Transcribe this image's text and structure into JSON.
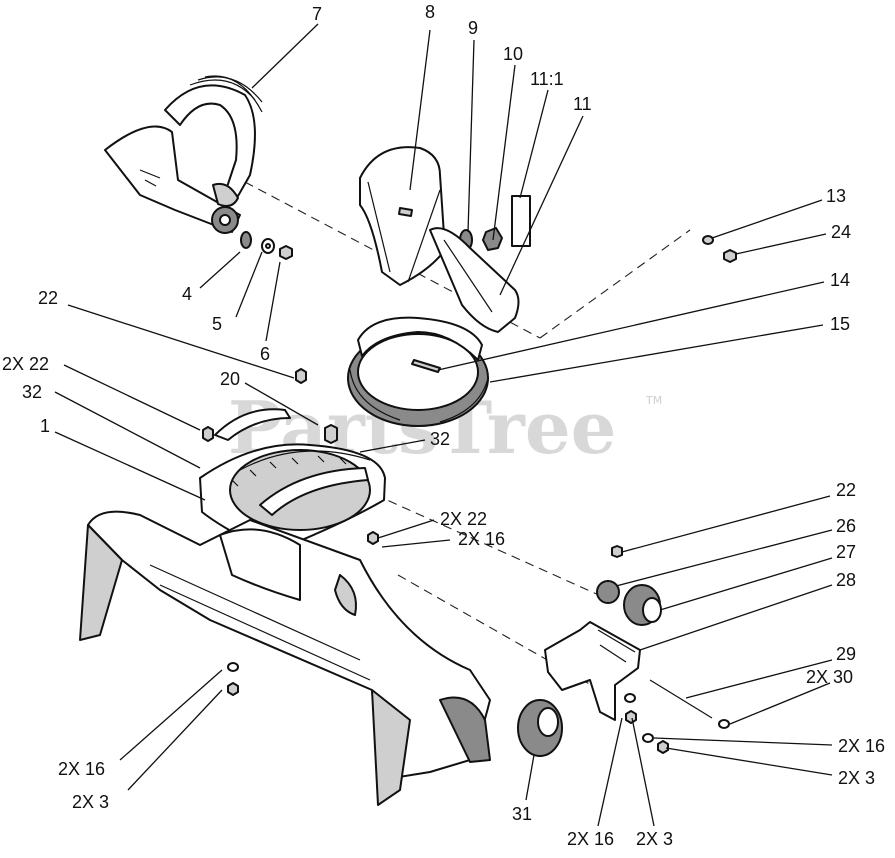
{
  "watermark": {
    "text": "PartsTree",
    "trademark": "TM"
  },
  "callouts": [
    {
      "id": "c7",
      "text": "7"
    },
    {
      "id": "c8",
      "text": "8"
    },
    {
      "id": "c9",
      "text": "9"
    },
    {
      "id": "c10",
      "text": "10"
    },
    {
      "id": "c11-1",
      "text": "11:1"
    },
    {
      "id": "c11",
      "text": "11"
    },
    {
      "id": "c13",
      "text": "13"
    },
    {
      "id": "c24",
      "text": "24"
    },
    {
      "id": "c14",
      "text": "14"
    },
    {
      "id": "c15",
      "text": "15"
    },
    {
      "id": "c4",
      "text": "4"
    },
    {
      "id": "c5",
      "text": "5"
    },
    {
      "id": "c6",
      "text": "6"
    },
    {
      "id": "c22a",
      "text": "22"
    },
    {
      "id": "c2x22a",
      "text": "2X 22"
    },
    {
      "id": "c32a",
      "text": "32"
    },
    {
      "id": "c1",
      "text": "1"
    },
    {
      "id": "c20",
      "text": "20"
    },
    {
      "id": "c32b",
      "text": "32"
    },
    {
      "id": "c2x22b",
      "text": "2X 22"
    },
    {
      "id": "c2x16a",
      "text": "2X 16"
    },
    {
      "id": "c22b",
      "text": "22"
    },
    {
      "id": "c26",
      "text": "26"
    },
    {
      "id": "c27",
      "text": "27"
    },
    {
      "id": "c28",
      "text": "28"
    },
    {
      "id": "c29",
      "text": "29"
    },
    {
      "id": "c2x30",
      "text": "2X 30"
    },
    {
      "id": "c2x16b",
      "text": "2X 16"
    },
    {
      "id": "c2x3a",
      "text": "2X 3"
    },
    {
      "id": "c2x16c",
      "text": "2X 16"
    },
    {
      "id": "c2x3b",
      "text": "2X 3"
    },
    {
      "id": "c31",
      "text": "31"
    },
    {
      "id": "c2x16d",
      "text": "2X 16"
    },
    {
      "id": "c2x3c",
      "text": "2X 3"
    }
  ]
}
